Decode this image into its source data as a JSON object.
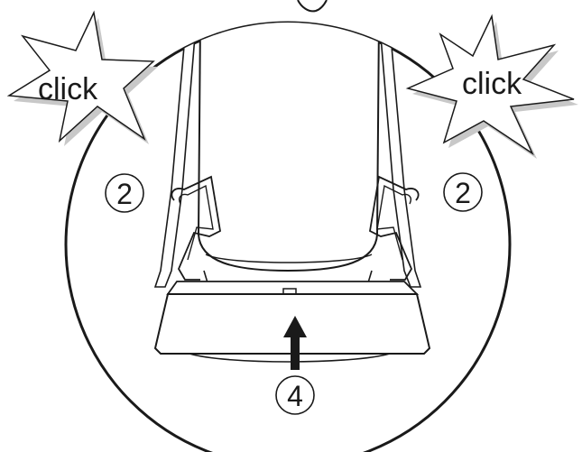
{
  "callouts": {
    "left_click": "click",
    "right_click": "click"
  },
  "steps": {
    "left_marker": "2",
    "right_marker": "2",
    "bottom_marker": "4"
  },
  "colors": {
    "stroke": "#1a1a1a",
    "star_shadow": "#c8c8c8",
    "background": "#ffffff"
  }
}
